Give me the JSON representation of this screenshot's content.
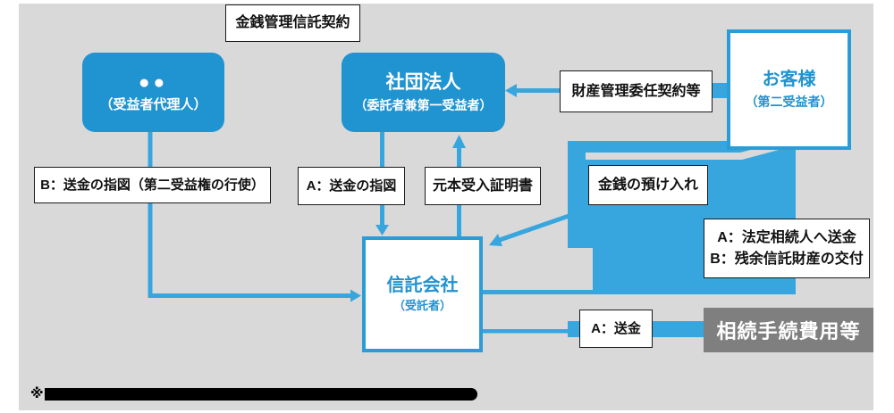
{
  "colors": {
    "canvas_background": "#d9d9d9",
    "blue_node": "#2093d1",
    "blue_flow": "#38a6de",
    "gray_node": "#7f7f7f",
    "label_border": "#1a1a1a",
    "redaction": "#000000"
  },
  "nodes": {
    "agent": {
      "title": "●●",
      "subtitle": "（受益者代理人）"
    },
    "corporation": {
      "title": "社団法人",
      "subtitle": "（委託者兼第一受益者）"
    },
    "customer": {
      "title": "お客様",
      "subtitle": "（第二受益者）"
    },
    "trust_company": {
      "title": "信託会社",
      "subtitle": "（受託者）"
    },
    "inheritance_expenses": {
      "title": "相続手続費用等"
    }
  },
  "labels": {
    "trust_contract": "金銭管理信託契約",
    "b_remittance_instruction": "B：送金の指図（第二受益権の行使）",
    "a_remittance_instruction": "A：送金の指図",
    "principal_receipt_certificate": "元本受入証明書",
    "property_management_contract": "財産管理委任契約等",
    "money_deposit": "金銭の預け入れ",
    "ab_distribution_line1": "A：法定相続人へ送金",
    "ab_distribution_line2": "B：残余信託財産の交付",
    "a_remittance": "A：送金",
    "footnote_marker": "※"
  }
}
